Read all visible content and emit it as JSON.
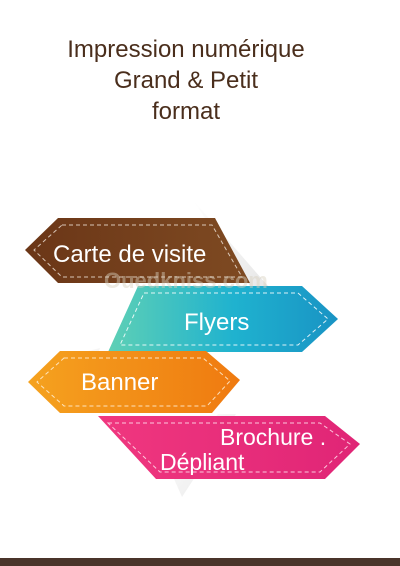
{
  "title": {
    "line1": "Impression numérique",
    "line2": "Grand & Petit",
    "line3": "format"
  },
  "watermark": "Ouedkniss.com",
  "banners": [
    {
      "label": "Carte de visite",
      "color": "#6e3a1a"
    },
    {
      "label": "Flyers",
      "color": "#1aa7c9"
    },
    {
      "label": "Banner",
      "color": "#f18a12"
    },
    {
      "label1": "Brochure .",
      "label2": "Dépliant",
      "color": "#e6317c"
    }
  ],
  "colors": {
    "title_text": "#4a2e1c",
    "footer_bar": "#4a342a"
  }
}
